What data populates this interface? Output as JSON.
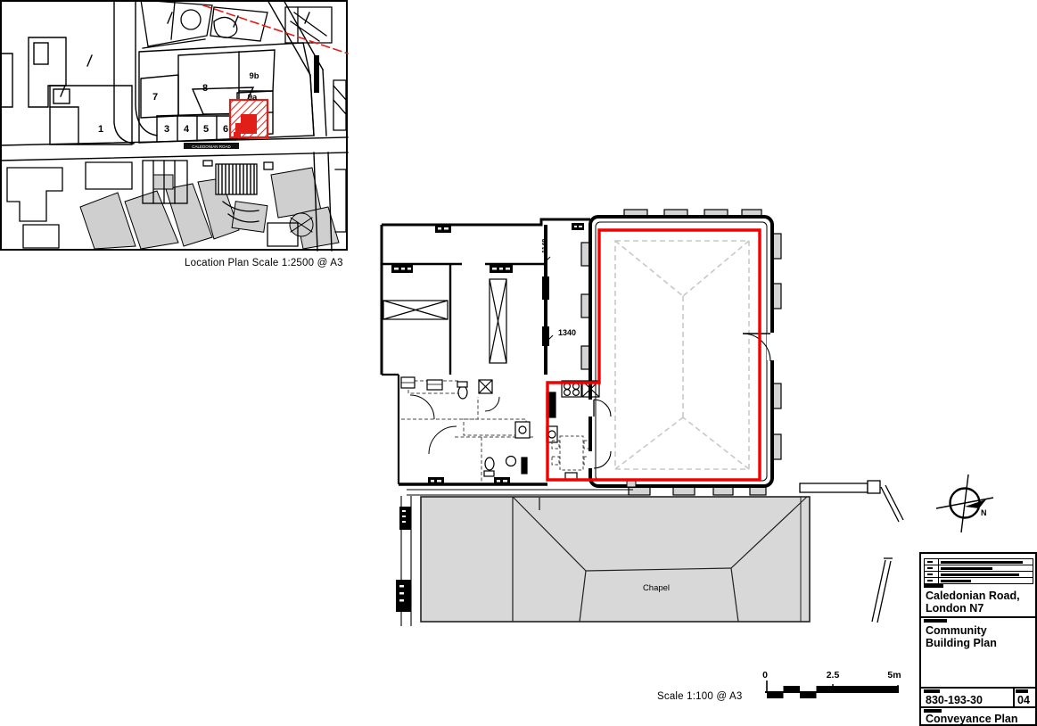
{
  "location_plan": {
    "caption": "Location Plan Scale 1:2500 @ A3",
    "road_label": "CALEDONIAN ROAD",
    "plot_numbers": [
      "1",
      "7",
      "8",
      "9b",
      "9a",
      "3",
      "4",
      "5",
      "6"
    ]
  },
  "floor_plan": {
    "scale_caption": "Scale 1:100 @ A3",
    "chapel_label": "Chapel",
    "north_label": "N",
    "dim_vertical": "1148",
    "dim_horizontal": "1340",
    "scale_bar": {
      "zero": "0",
      "mid": "2.5",
      "end": "5m"
    }
  },
  "title_block": {
    "project": "Caledonian Road, London N7",
    "drawing_title": "Community Building Plan",
    "drawing_number": "830-193-30",
    "revision": "04",
    "plan_type": "Conveyance Plan",
    "revision_rows": 4
  },
  "colors": {
    "boundary_red": "#f20000",
    "site_red": "#e02018",
    "building_gray": "#d8d8d8",
    "roof_line_gray": "#c8c8c8"
  }
}
